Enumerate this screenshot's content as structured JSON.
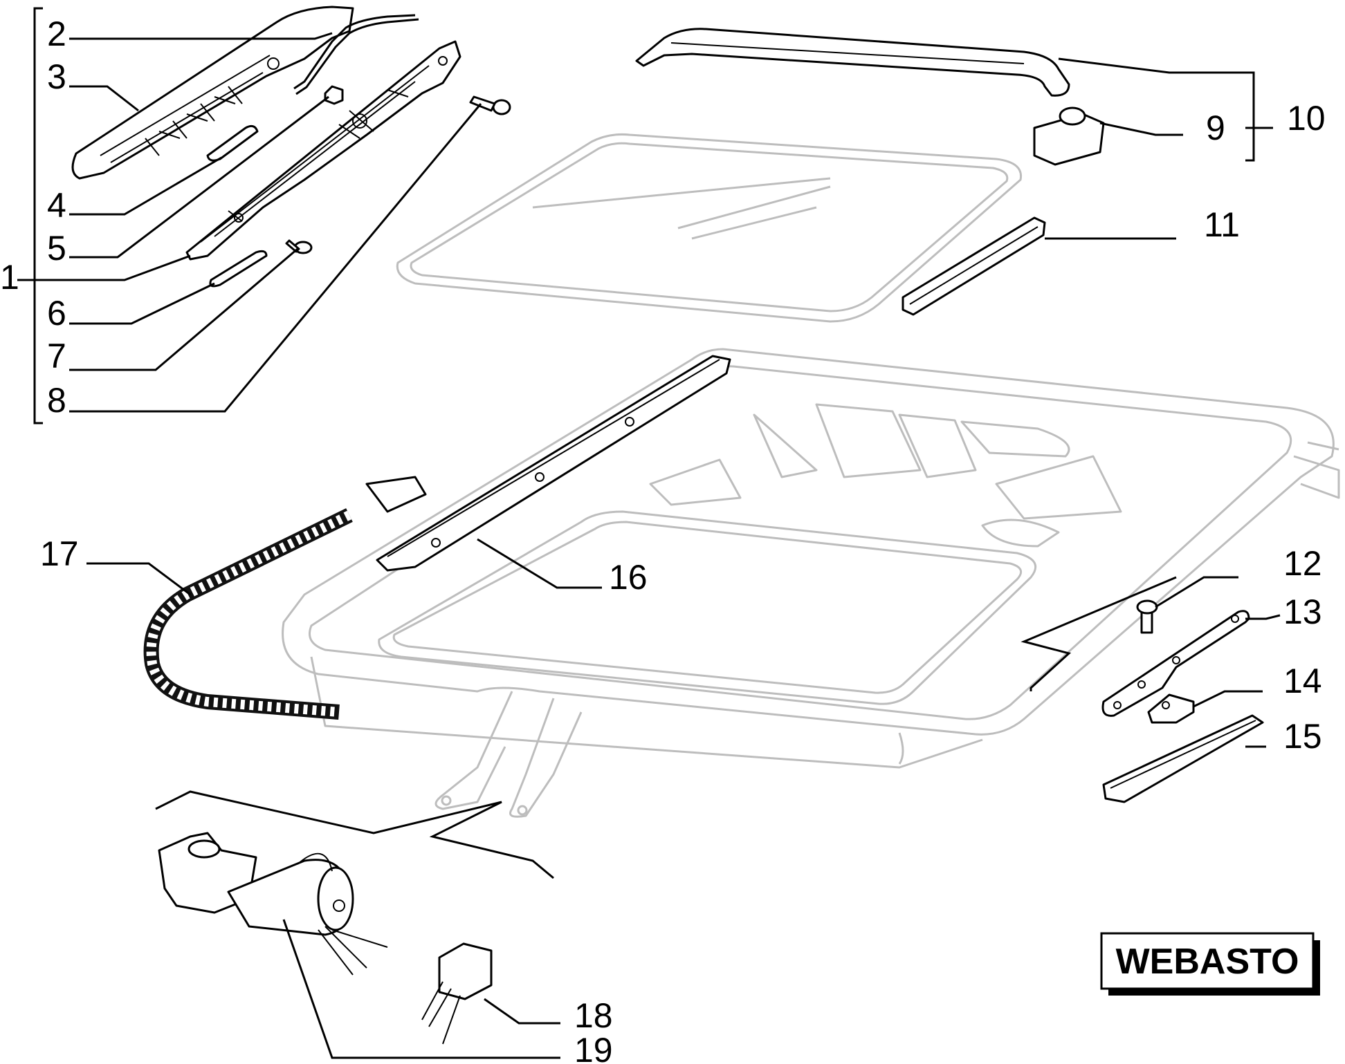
{
  "callouts": {
    "c1": "1",
    "c2": "2",
    "c3": "3",
    "c4": "4",
    "c5": "5",
    "c6": "6",
    "c7": "7",
    "c8": "8",
    "c9": "9",
    "c10": "10",
    "c11": "11",
    "c12": "12",
    "c13": "13",
    "c14": "14",
    "c15": "15",
    "c16": "16",
    "c17": "17",
    "c18": "18",
    "c19": "19"
  },
  "brand": {
    "label": "WEBASTO"
  }
}
